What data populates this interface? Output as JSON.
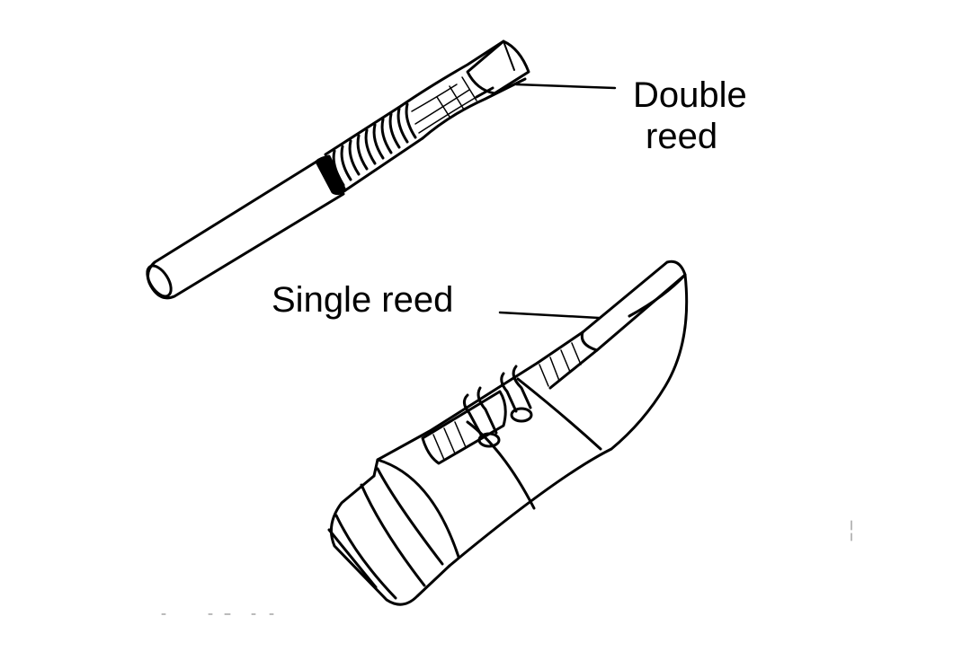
{
  "labels": {
    "double_reed_line1": "Double",
    "double_reed_line2": "reed",
    "single_reed": "Single reed"
  },
  "colors": {
    "ink": "#000000",
    "paper": "#ffffff"
  }
}
